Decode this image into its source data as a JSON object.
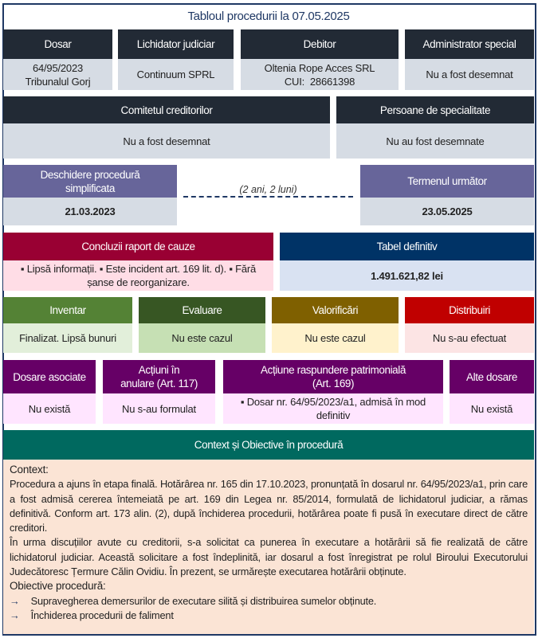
{
  "title": "Tabloul procedurii la 07.05.2025",
  "row1": [
    {
      "label": "Dosar",
      "value": "64/95/2023",
      "value2": "Tribunalul Gorj"
    },
    {
      "label": "Lichidator judiciar",
      "value": "Continuum SPRL"
    },
    {
      "label": "Debitor",
      "value": "Oltenia Rope Acces SRL",
      "value2": "CUI:  28661398"
    },
    {
      "label": "Administrator special",
      "value": "Nu a fost desemnat"
    }
  ],
  "row2": [
    {
      "label": "Comitetul creditorilor",
      "value": "Nu a fost desemnat"
    },
    {
      "label": "Persoane de specialitate",
      "value": "Nu au fost desemnate"
    }
  ],
  "timeline": {
    "start_label": "Deschidere procedură simplificata",
    "start_date": "21.03.2023",
    "duration": "(2 ani, 2 luni)",
    "next_label": "Termenul următor",
    "next_date": "23.05.2025"
  },
  "row4": [
    {
      "label": "Concluzii raport de cauze",
      "value": "▪ Lipsă informații. ▪ Este incident art. 169 lit. d). ▪ Fără șanse de reorganizare."
    },
    {
      "label": "Tabel definitiv",
      "value": "1.491.621,82 lei"
    }
  ],
  "row5": [
    {
      "label": "Inventar",
      "value": "Finalizat. Lipsă bunuri"
    },
    {
      "label": "Evaluare",
      "value": "Nu este cazul"
    },
    {
      "label": "Valorificări",
      "value": "Nu este cazul"
    },
    {
      "label": "Distribuiri",
      "value": "Nu s-au efectuat"
    }
  ],
  "row6": [
    {
      "label": "Dosare asociate",
      "value": "Nu există"
    },
    {
      "label": "Acțiuni în anulare (Art. 117)",
      "value": "Nu s-au formulat"
    },
    {
      "label": "Acțiune raspundere patrimonială (Art. 169)",
      "value": "▪ Dosar nr. 64/95/2023/a1, admisă în mod definitiv"
    },
    {
      "label": "Alte dosare",
      "value": "Nu există"
    }
  ],
  "context": {
    "header": "Context și Obiective în procedură",
    "context_label": "Context:",
    "paragraph1": "Procedura a ajuns în etapa finală. Hotărârea nr. 165 din 17.10.2023, pronunțată în dosarul nr. 64/95/2023/a1, prin care a fost admisă cererea întemeiată pe art. 169 din Legea nr. 85/2014, formulată de lichidatorul judiciar, a rămas definitivă. Conform art. 173 alin. (2), după închiderea procedurii, hotărârea poate fi pusă în executare direct de către creditori.",
    "paragraph2": "În urma discuțiilor avute cu creditorii, s-a solicitat ca punerea în executare a hotărârii să fie realizată de către lichidatorul judiciar. Această solicitare a fost îndeplinită, iar dosarul a fost înregistrat pe rolul Biroului Executorului Judecătoresc Țermure Călin Ovidiu. În prezent, se urmărește executarea hotărârii obținute.",
    "objectives_label": "Obiective procedură",
    "objectives_colon": ":",
    "objectives": [
      "Supravegherea demersurilor de executare silită și distribuirea sumelor obținute.",
      "Închiderea procedurii de faliment"
    ]
  }
}
